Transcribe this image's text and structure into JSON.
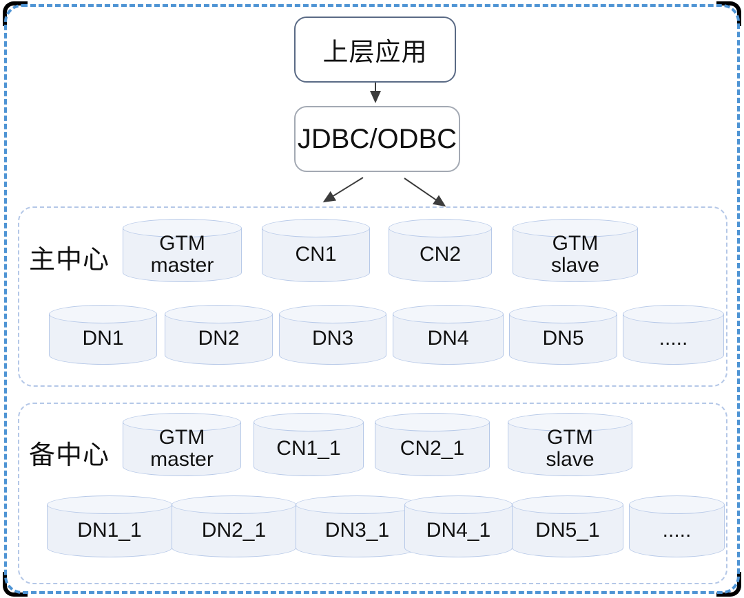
{
  "app_box": {
    "label": "上层应用"
  },
  "jdbc_box": {
    "label": "JDBC/ODBC"
  },
  "clusters": [
    {
      "label": "主中心",
      "coordinator_row": [
        {
          "label": "GTM\nmaster"
        },
        {
          "label": "CN1"
        },
        {
          "label": "CN2"
        },
        {
          "label": "GTM\nslave"
        }
      ],
      "datanode_row": [
        {
          "label": "DN1"
        },
        {
          "label": "DN2"
        },
        {
          "label": "DN3"
        },
        {
          "label": "DN4"
        },
        {
          "label": "DN5"
        },
        {
          "label": "....."
        }
      ]
    },
    {
      "label": "备中心",
      "coordinator_row": [
        {
          "label": "GTM\nmaster"
        },
        {
          "label": "CN1_1"
        },
        {
          "label": "CN2_1"
        },
        {
          "label": "GTM\nslave"
        }
      ],
      "datanode_row": [
        {
          "label": "DN1_1"
        },
        {
          "label": "DN2_1"
        },
        {
          "label": "DN3_1"
        },
        {
          "label": "DN4_1"
        },
        {
          "label": "DN5_1"
        },
        {
          "label": "....."
        }
      ]
    }
  ],
  "colors": {
    "outer_border": "#4e94d4",
    "cluster_border": "#b4c7e7",
    "app_box_border": "#5a6a85",
    "jdbc_box_border": "#a3a9b3",
    "cylinder_fill": "#edf1f8",
    "cylinder_top_fill": "#f3f6fb",
    "cylinder_stroke": "#b7c9e8",
    "arrow": "#3c3c3c",
    "text": "#111111"
  }
}
